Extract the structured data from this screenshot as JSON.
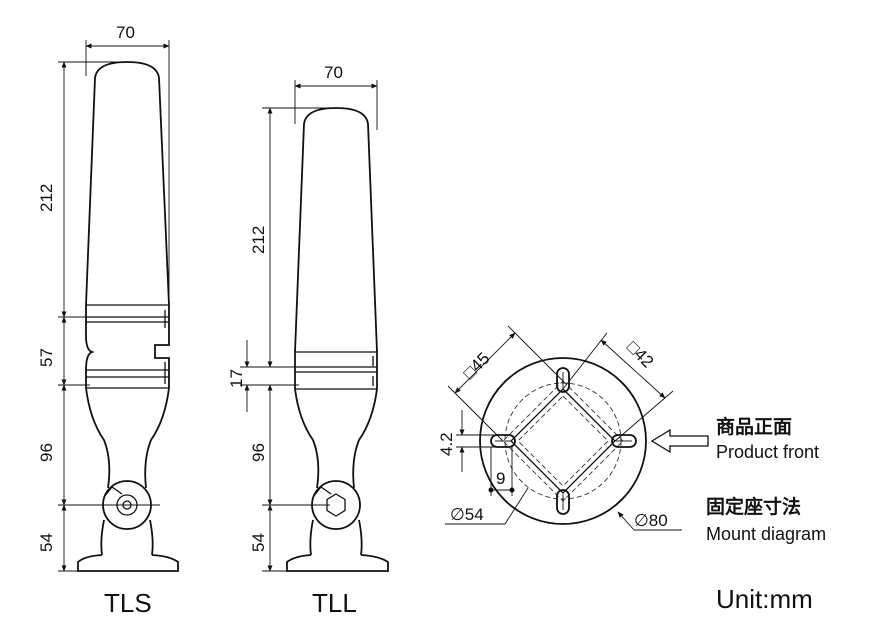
{
  "models": {
    "tls": "TLS",
    "tll": "TLL"
  },
  "dimensions": {
    "tls_width": "70",
    "tls_dome": "212",
    "tls_mid": "57",
    "tls_neck": "96",
    "tls_base": "54",
    "tll_width": "70",
    "tll_dome": "212",
    "tll_mid": "17",
    "tll_neck": "96",
    "tll_base": "54"
  },
  "mount": {
    "square_45": "□45",
    "square_42": "□42",
    "slot_width": "4.2",
    "slot_offset": "9",
    "diameter_54": "∅54",
    "diameter_80": "∅80"
  },
  "labels": {
    "front_cn": "商品正面",
    "front_en": "Product front",
    "mount_cn": "固定座寸法",
    "mount_en": "Mount diagram",
    "unit": "Unit:mm"
  }
}
